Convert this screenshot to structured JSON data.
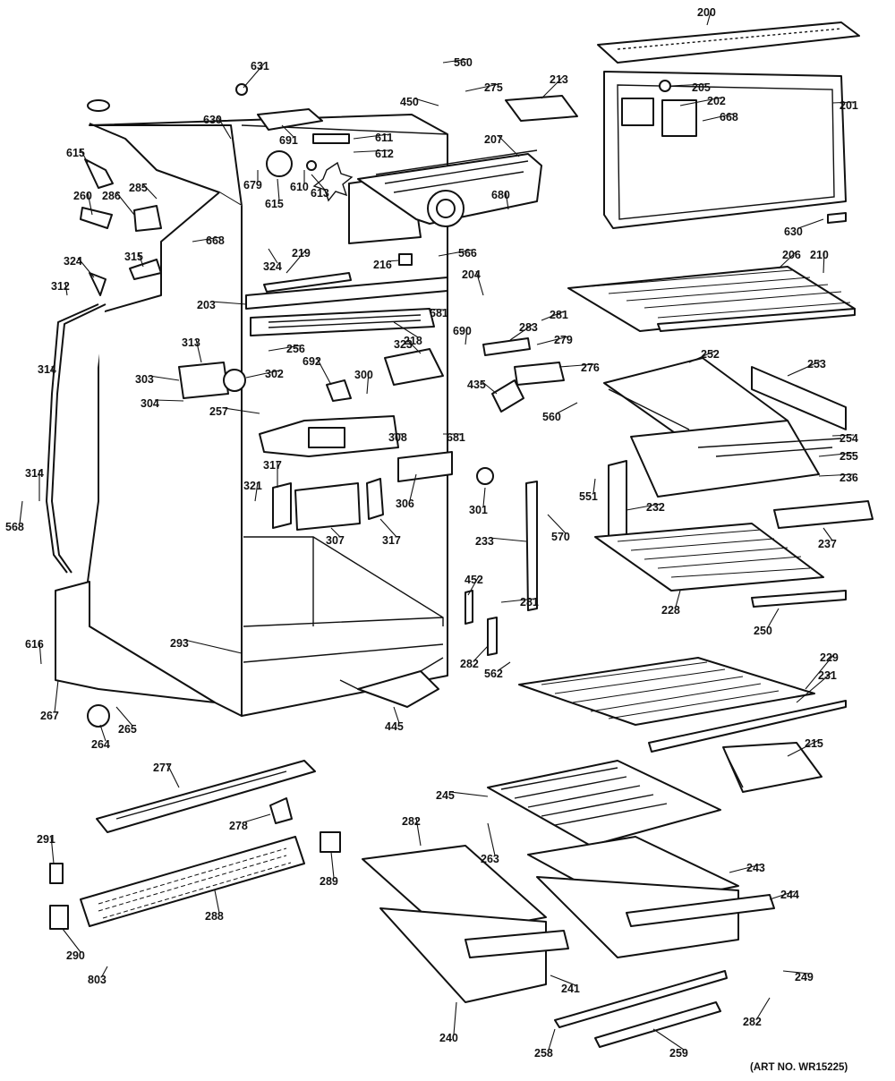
{
  "art_number": "(ART NO. WR15225)",
  "callouts": [
    "200",
    "201",
    "202",
    "205",
    "668",
    "206",
    "210",
    "213",
    "275",
    "560",
    "450",
    "207",
    "680",
    "566",
    "216",
    "204",
    "219",
    "324",
    "203",
    "218",
    "631",
    "630",
    "691",
    "611",
    "612",
    "679",
    "615",
    "610",
    "613",
    "615",
    "260",
    "286",
    "285",
    "668",
    "324",
    "315",
    "312",
    "314",
    "313",
    "303",
    "302",
    "304",
    "692",
    "300",
    "257",
    "256",
    "681",
    "323",
    "690",
    "283",
    "281",
    "279",
    "276",
    "435",
    "560",
    "252",
    "253",
    "254",
    "255",
    "236",
    "551",
    "232",
    "237",
    "228",
    "250",
    "308",
    "681",
    "317",
    "321",
    "307",
    "317",
    "306",
    "301",
    "233",
    "570",
    "452",
    "281",
    "282",
    "562",
    "314",
    "568",
    "616",
    "267",
    "293",
    "264",
    "265",
    "445",
    "229",
    "231",
    "215",
    "277",
    "278",
    "291",
    "289",
    "288",
    "290",
    "803",
    "245",
    "263",
    "282",
    "243",
    "244",
    "241",
    "240",
    "258",
    "259",
    "249",
    "282",
    "630"
  ]
}
